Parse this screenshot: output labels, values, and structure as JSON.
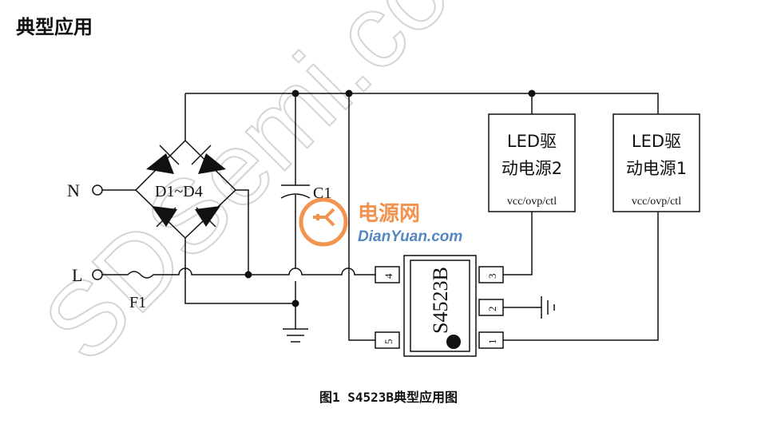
{
  "heading": "典型应用",
  "caption": "图1 S4523B典型应用图",
  "watermark": "SDSemi.com",
  "labels": {
    "n": "N",
    "l": "L",
    "fuse": "F1",
    "bridge": "D1~D4",
    "cap": "C1",
    "chip": "S4523B"
  },
  "driver2": {
    "line1": "LED驱",
    "line2": "动电源2",
    "pins": "vcc/ovp/ctl"
  },
  "driver1": {
    "line1": "LED驱",
    "line2": "动电源1",
    "pins": "vcc/ovp/ctl"
  },
  "chip_pins": [
    "1",
    "2",
    "3",
    "4",
    "5"
  ],
  "logo": {
    "cn": "电源网",
    "en": "DianYuan.com"
  },
  "colors": {
    "line": "#111111",
    "logo_orange": "#f08030",
    "logo_blue": "#2a6ab0",
    "watermark": "#d4d4d4"
  }
}
